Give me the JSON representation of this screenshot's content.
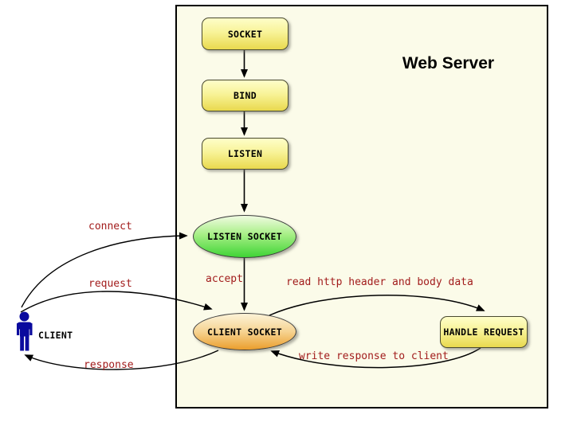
{
  "diagram": {
    "title": "Web Server",
    "nodes": {
      "socket": {
        "label": "SOCKET",
        "shape": "rounded-rect"
      },
      "bind": {
        "label": "BIND",
        "shape": "rounded-rect"
      },
      "listen": {
        "label": "LISTEN",
        "shape": "rounded-rect"
      },
      "listen_socket": {
        "label": "LISTEN SOCKET",
        "shape": "ellipse"
      },
      "client_socket": {
        "label": "CLIENT SOCKET",
        "shape": "ellipse"
      },
      "handle_request": {
        "label": "HANDLE REQUEST",
        "shape": "rounded-rect"
      },
      "client": {
        "label": "CLIENT",
        "shape": "person"
      }
    },
    "edges": {
      "socket_to_bind": {
        "from": "socket",
        "to": "bind",
        "label": ""
      },
      "bind_to_listen": {
        "from": "bind",
        "to": "listen",
        "label": ""
      },
      "listen_to_lsock": {
        "from": "listen",
        "to": "listen_socket",
        "label": ""
      },
      "accept": {
        "from": "listen_socket",
        "to": "client_socket",
        "label": "accept"
      },
      "connect": {
        "from": "client",
        "to": "listen_socket",
        "label": "connect"
      },
      "request": {
        "from": "client",
        "to": "client_socket",
        "label": "request"
      },
      "response": {
        "from": "client_socket",
        "to": "client",
        "label": "response"
      },
      "read": {
        "from": "client_socket",
        "to": "handle_request",
        "label": "read http header and body data"
      },
      "write": {
        "from": "handle_request",
        "to": "client_socket",
        "label": "write response to client"
      }
    },
    "colors": {
      "server_background": "#fbfbe9",
      "server_border": "#000000",
      "node_yellow_top": "#fefec9",
      "node_yellow_bottom": "#e9d94e",
      "ellipse_green_top": "#f0fbe2",
      "ellipse_green_bottom": "#3fd435",
      "ellipse_orange_top": "#fcf3d8",
      "ellipse_orange_bottom": "#eb9e2d",
      "edge_label_red": "#a21c1c",
      "client_figure_blue": "#0a0a9e",
      "arrow_black": "#000000"
    }
  }
}
